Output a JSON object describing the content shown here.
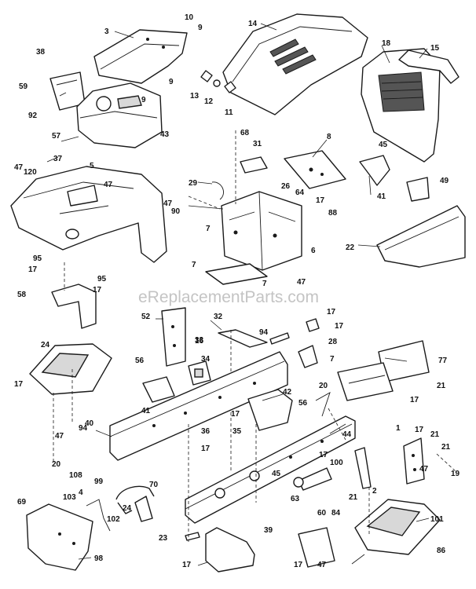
{
  "watermark": "eReplacementParts.com",
  "callouts": [
    "10",
    "9",
    "3",
    "9",
    "9",
    "14",
    "18",
    "15",
    "38",
    "59",
    "92",
    "57",
    "5",
    "13",
    "12",
    "11",
    "68",
    "31",
    "8",
    "45",
    "41",
    "49",
    "47",
    "120",
    "37",
    "47",
    "29",
    "47",
    "90",
    "26",
    "64",
    "17",
    "88",
    "7",
    "7",
    "6",
    "22",
    "95",
    "17",
    "95",
    "7",
    "47",
    "17",
    "58",
    "43",
    "52",
    "32",
    "94",
    "17",
    "17",
    "28",
    "24",
    "16",
    "34",
    "33",
    "7",
    "77",
    "21",
    "17",
    "56",
    "41",
    "40",
    "42",
    "20",
    "56",
    "17",
    "47",
    "94",
    "17",
    "35",
    "36",
    "17",
    "1",
    "44",
    "17",
    "21",
    "21",
    "47",
    "19",
    "20",
    "108",
    "45",
    "17",
    "100",
    "99",
    "70",
    "63",
    "60",
    "84",
    "21",
    "2",
    "69",
    "103",
    "4",
    "102",
    "24",
    "101",
    "23",
    "86",
    "98",
    "17",
    "39",
    "17",
    "47"
  ]
}
